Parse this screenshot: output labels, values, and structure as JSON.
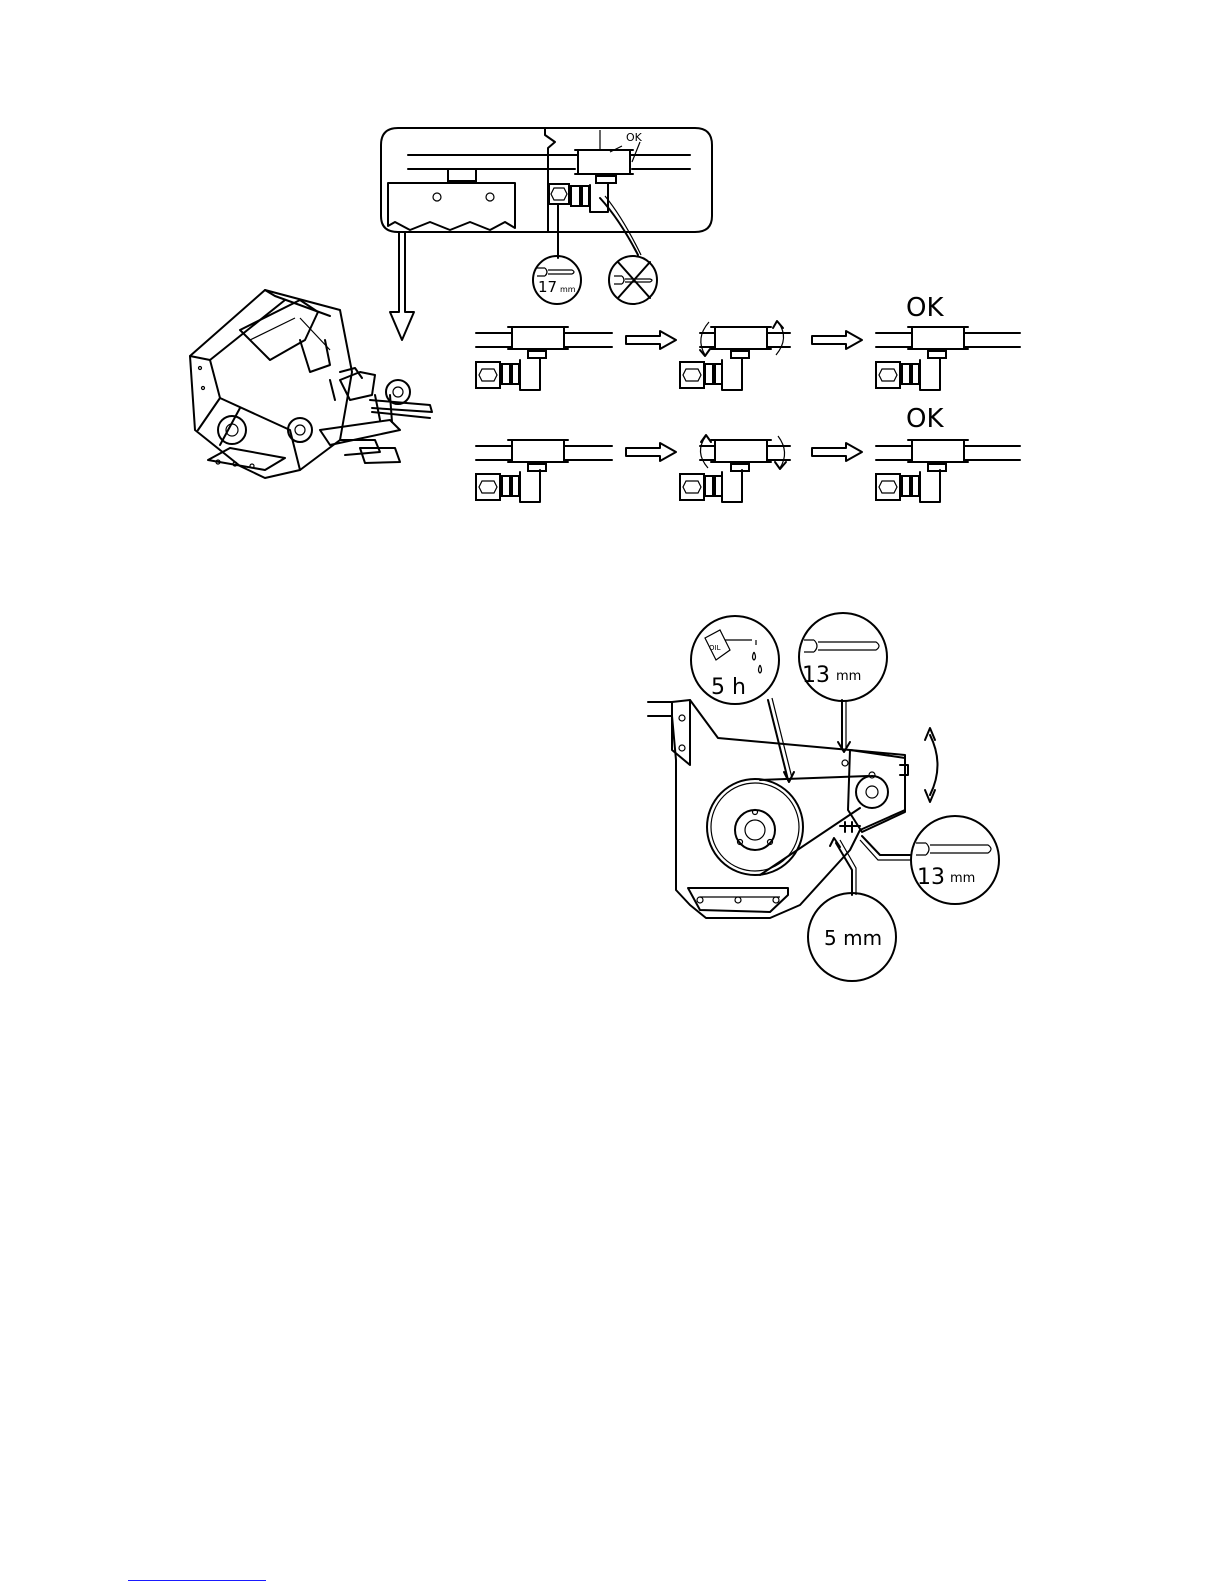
{
  "detail_panel": {
    "ok_label": "OK",
    "wrench_size": "17",
    "wrench_unit": "mm"
  },
  "adjust_rows": [
    {
      "result_label": "OK"
    },
    {
      "result_label": "OK"
    }
  ],
  "side_view": {
    "oil_label": "OIL",
    "lube_interval": "5 h",
    "wrench_top_size": "13",
    "wrench_top_unit": "mm",
    "wrench_side_size": "13",
    "wrench_side_unit": "mm",
    "belt_gap": "5 mm"
  },
  "colors": {
    "line": "#000000",
    "footer_rule": "#1a1aff"
  }
}
